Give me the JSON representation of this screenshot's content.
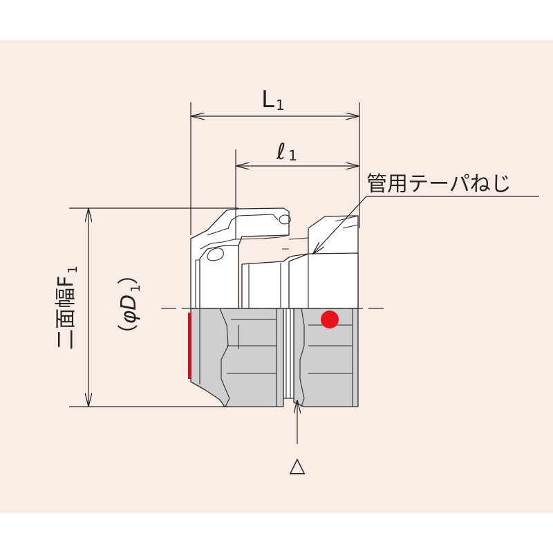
{
  "colors": {
    "background": "#fbece6",
    "outline": "#2a2a2a",
    "body_fill": "#ffffff",
    "section_fill": "#cfcfcf",
    "marker": "#e8131b",
    "seal": "#c4161c"
  },
  "labels": {
    "L1_main": "L",
    "L1_sub": "1",
    "l1_main": "ℓ",
    "l1_sub": "1",
    "thread": "管用テーパねじ",
    "flat_width_main": "二面幅F",
    "flat_width_sub": "1",
    "diameter_open": "（",
    "diameter_main": "φD",
    "diameter_sub": "1",
    "diameter_close": "）",
    "triangle": "△"
  },
  "icons": {
    "marker": "red-dot-icon",
    "pointer": "arrow-up-icon"
  }
}
